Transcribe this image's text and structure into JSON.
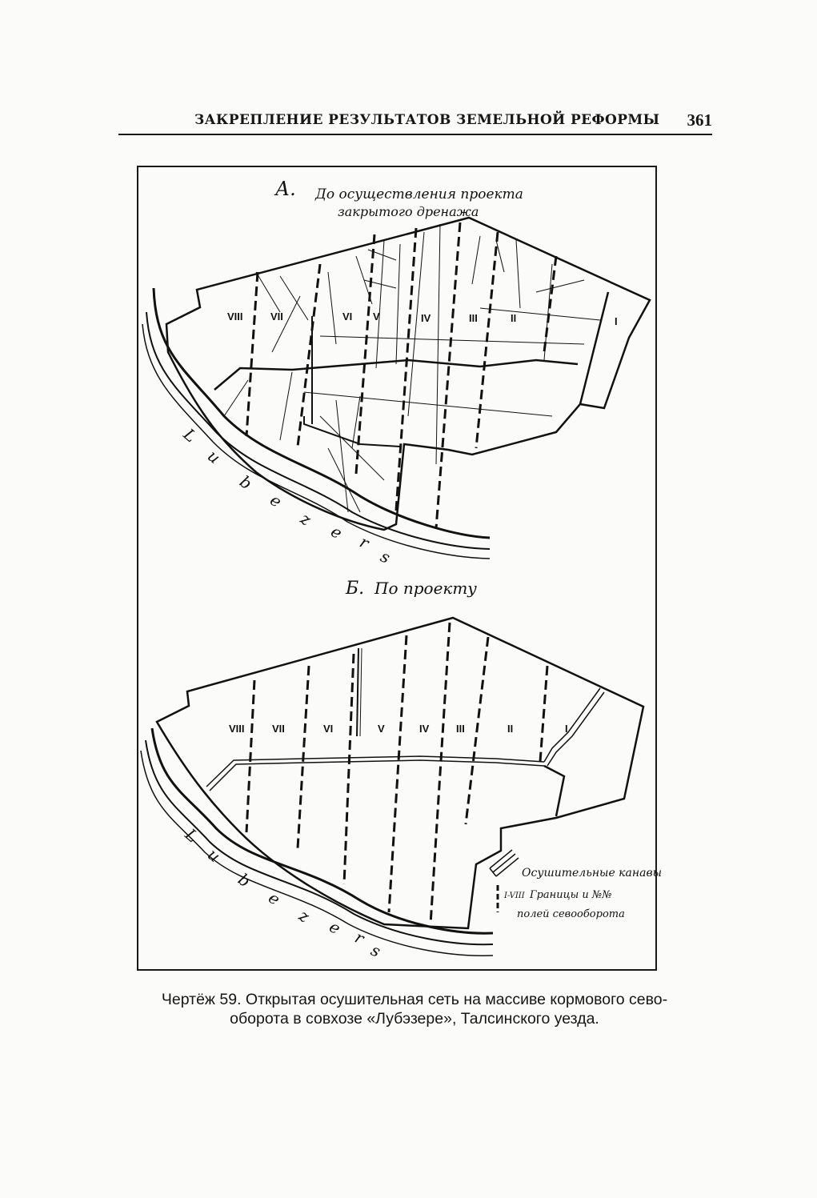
{
  "header": {
    "running_title": "ЗАКРЕПЛЕНИЕ РЕЗУЛЬТАТОВ ЗЕМЕЛЬНОЙ РЕФОРМЫ",
    "page_number": "361"
  },
  "map_a": {
    "title_letter": "А.",
    "title_line1": "До осуществления проекта",
    "title_line2": "закрытого дренажа",
    "field_labels": [
      "VIII",
      "VII",
      "VI",
      "V",
      "IV",
      "III",
      "II",
      "I"
    ],
    "river_letters": [
      "L",
      "u",
      "b",
      "e",
      "z",
      "e",
      "r",
      "s"
    ]
  },
  "map_b": {
    "title_letter": "Б.",
    "title_text": "По проекту",
    "field_labels": [
      "VIII",
      "VII",
      "VI",
      "V",
      "IV",
      "III",
      "II",
      "I"
    ],
    "river_letters": [
      "L",
      "u",
      "b",
      "e",
      "z",
      "e",
      "r",
      "s"
    ]
  },
  "legend": {
    "item1": "Осушительные канавы",
    "item2_prefix": "I-VIII",
    "item2_line1": "Границы и №№",
    "item2_line2": "полей севооборота"
  },
  "caption": {
    "line1": "Чертёж 59. Открытая осушительная сеть на массиве кормового сево-",
    "line2": "оборота в совхозе «Лубэзере», Талсинского уезда."
  }
}
